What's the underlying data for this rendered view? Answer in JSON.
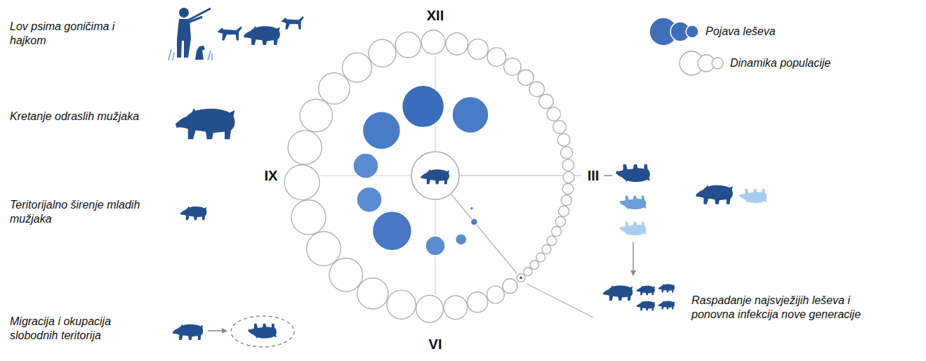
{
  "diagram": {
    "labels": [
      "Lov psima goničima i hajkom",
      "XII",
      "Kretanje odraslih mužjaka",
      "IX",
      "III",
      "Teritorijalno širenje mladih mužjaka",
      "Migracija i okupacija slobodnih teritorija",
      "VI",
      "Raspadanje najsvježijih leševa i ponovna infekcija nove generacije"
    ],
    "legend": [
      {
        "text": "Pojava leševa"
      },
      {
        "text": "Dinamika populacije"
      }
    ]
  }
}
